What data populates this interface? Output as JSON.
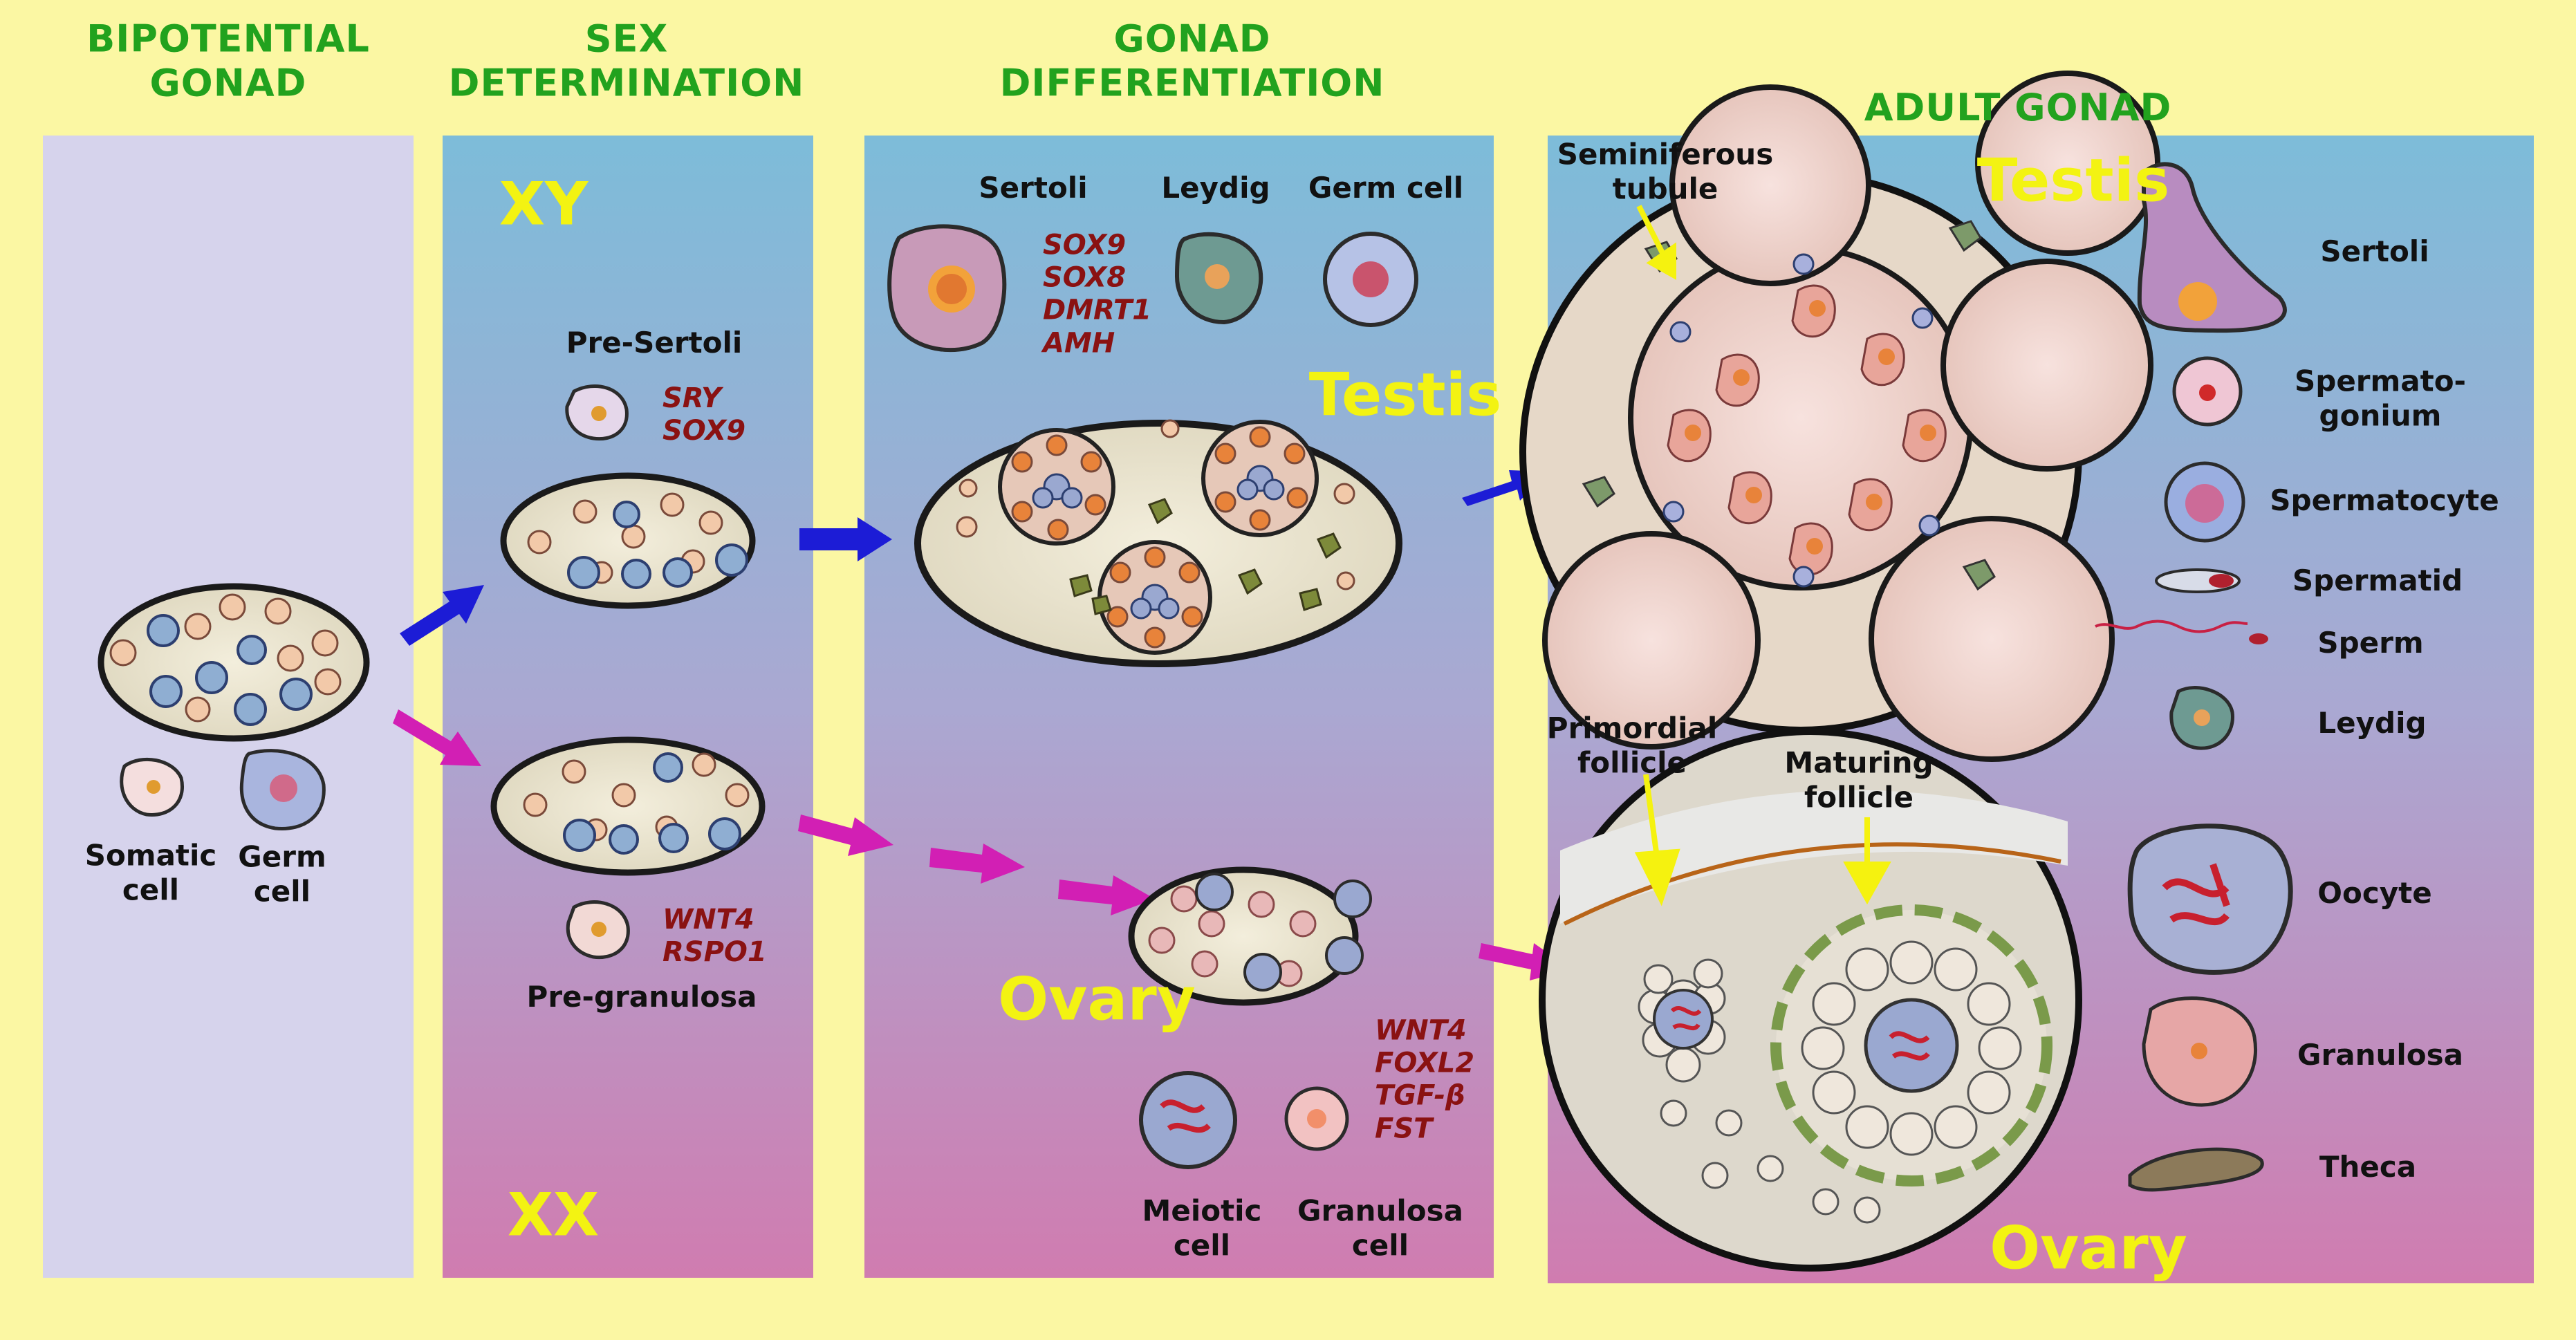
{
  "headers": {
    "bipotential": [
      "BIPOTENTIAL",
      "GONAD"
    ],
    "sex_determination": [
      "SEX",
      "DETERMINATION"
    ],
    "gonad_differentiation": [
      "GONAD",
      "DIFFERENTIATION"
    ],
    "adult_gonad": "ADULT GONAD"
  },
  "bipotential": {
    "somatic_cell": [
      "Somatic",
      "cell"
    ],
    "germ_cell": [
      "Germ",
      "cell"
    ]
  },
  "sex_determination": {
    "xy": "XY",
    "xx": "XX",
    "pre_sertoli": "Pre-Sertoli",
    "pre_sertoli_genes": [
      "SRY",
      "SOX9"
    ],
    "pre_granulosa": "Pre-granulosa",
    "pre_granulosa_genes": [
      "WNT4",
      "RSPO1"
    ]
  },
  "gonad_differentiation": {
    "sertoli": "Sertoli",
    "sertoli_genes": [
      "SOX9",
      "SOX8",
      "DMRT1",
      "AMH"
    ],
    "leydig": "Leydig",
    "germ_cell": "Germ cell",
    "testis": "Testis",
    "ovary": "Ovary",
    "meiotic_cell": [
      "Meiotic",
      "cell"
    ],
    "granulosa_cell": [
      "Granulosa",
      "cell"
    ],
    "granulosa_genes": [
      "WNT4",
      "FOXL2",
      "TGF-β",
      "FST"
    ]
  },
  "adult_gonad": {
    "seminiferous_tubule": [
      "Seminiferous",
      "tubule"
    ],
    "testis": "Testis",
    "ovary": "Ovary",
    "primordial_follicle": [
      "Primordial",
      "follicle"
    ],
    "maturing_follicle": [
      "Maturing",
      "follicle"
    ],
    "legend": {
      "sertoli": "Sertoli",
      "spermatogonium": [
        "Spermato-",
        "gonium"
      ],
      "spermatocyte": "Spermatocyte",
      "spermatid": "Spermatid",
      "sperm": "Sperm",
      "leydig": "Leydig",
      "oocyte": "Oocyte",
      "granulosa": "Granulosa",
      "theca": "Theca"
    }
  },
  "colors": {
    "background": "#fbf7a3",
    "header_green": "#22a21e",
    "big_label_yellow": "#f3f312",
    "gene_red": "#8a1212",
    "arrow_blue": "#1c1cd6",
    "arrow_magenta": "#d21fb4",
    "arrow_yellow": "#f5f20f",
    "panel_top_blue": "#7dbcd9",
    "panel_bottom_pink": "#d07cb0",
    "bipotential_panel": "#d6d3ec"
  }
}
